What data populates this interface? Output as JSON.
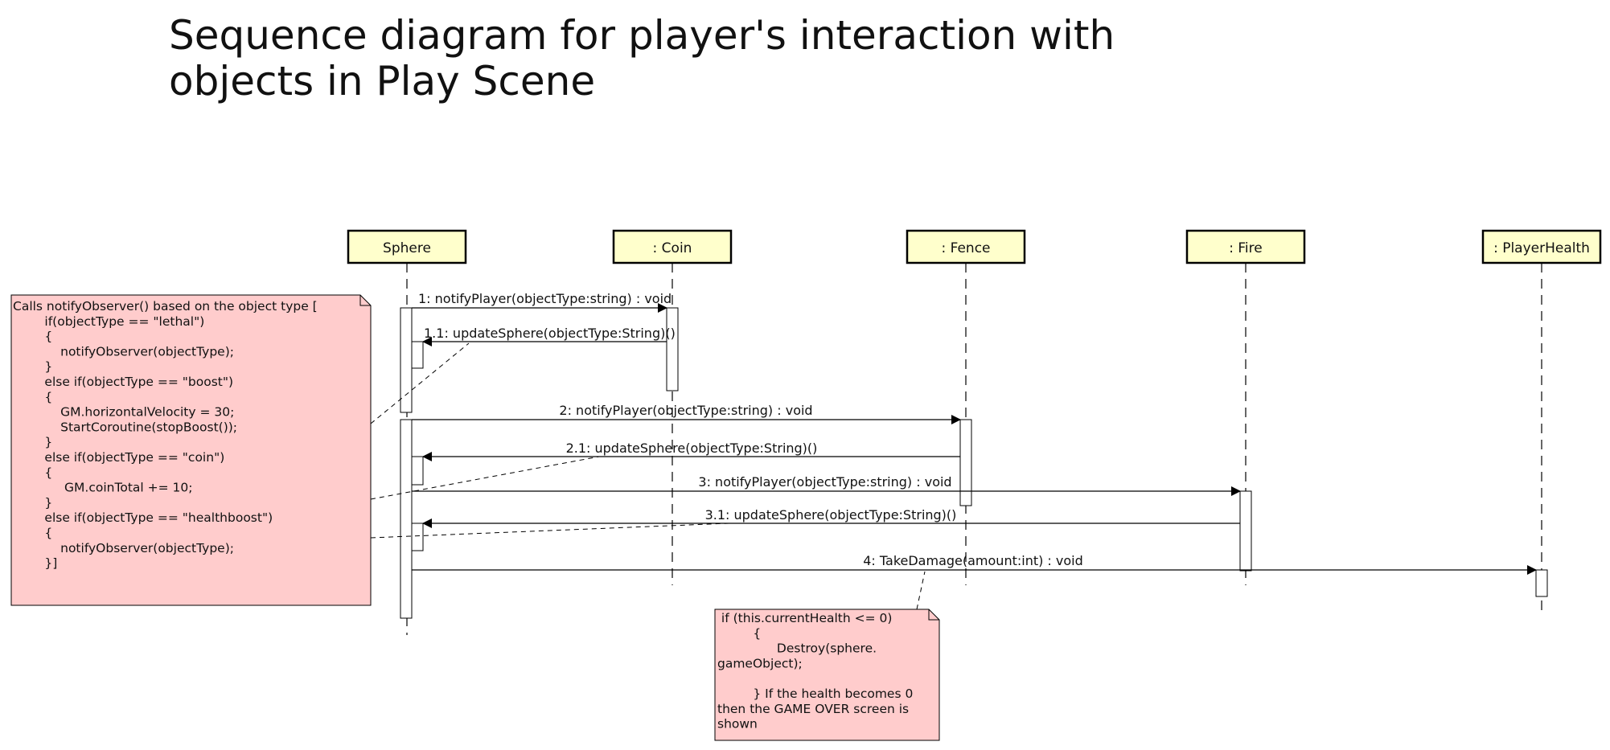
{
  "title": "Sequence diagram for player's interaction with objects in Play Scene",
  "lifelines": [
    {
      "id": "sphere",
      "label": "Sphere"
    },
    {
      "id": "coin",
      "label": ": Coin"
    },
    {
      "id": "fence",
      "label": ": Fence"
    },
    {
      "id": "fire",
      "label": ": Fire"
    },
    {
      "id": "playerhealth",
      "label": ": PlayerHealth"
    }
  ],
  "messages": [
    {
      "id": "m1",
      "label": "1: notifyPlayer(objectType:string) : void",
      "from": "sphere",
      "to": "coin"
    },
    {
      "id": "m1_1",
      "label": "1.1: updateSphere(objectType:String)()",
      "from": "coin",
      "to": "sphere"
    },
    {
      "id": "m2",
      "label": "2: notifyPlayer(objectType:string) : void",
      "from": "sphere",
      "to": "fence"
    },
    {
      "id": "m2_1",
      "label": "2.1: updateSphere(objectType:String)()",
      "from": "fence",
      "to": "sphere"
    },
    {
      "id": "m3",
      "label": "3: notifyPlayer(objectType:string) : void",
      "from": "sphere",
      "to": "fire"
    },
    {
      "id": "m3_1",
      "label": "3.1: updateSphere(objectType:String)()",
      "from": "fire",
      "to": "sphere"
    },
    {
      "id": "m4",
      "label": "4: TakeDamage(amount:int) : void",
      "from": "sphere",
      "to": "playerhealth"
    }
  ],
  "notes": {
    "left": [
      "Calls notifyObserver() based on the object type [",
      "        if(objectType == \"lethal\")",
      "        {",
      "            notifyObserver(objectType);",
      "        }",
      "        else if(objectType == \"boost\")",
      "        {",
      "            GM.horizontalVelocity = 30;",
      "            StartCoroutine(stopBoost());",
      "        }",
      "        else if(objectType == \"coin\")",
      "        {",
      "             GM.coinTotal += 10;",
      "        }",
      "        else if(objectType == \"healthboost\")",
      "        {",
      "            notifyObserver(objectType);",
      "        }]"
    ],
    "bottom": [
      " if (this.currentHealth <= 0)",
      "         {",
      "               Destroy(sphere.",
      "gameObject);",
      "",
      "         } If the health becomes 0",
      "then the GAME OVER screen is",
      "shown"
    ]
  },
  "colors": {
    "lifeline_fill": "#ffffcc",
    "note_fill": "#ffcccc",
    "line": "#000000"
  }
}
